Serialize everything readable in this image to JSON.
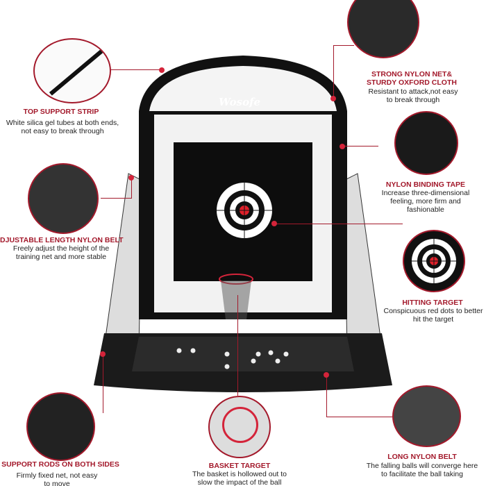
{
  "brand": "Wosofe",
  "accent_color": "#a3192b",
  "features": [
    {
      "title": "TOP SUPPORT STRIP",
      "desc": [
        "White silica gel tubes at both ends,",
        "not easy to break through"
      ]
    },
    {
      "title": "ADJUSTABLE LENGTH NYLON BELT",
      "desc": [
        "Freely adjust the height of the",
        "training net and more stable"
      ]
    },
    {
      "title": [
        "STRONG NYLON NET&",
        "STURDY OXFORD CLOTH"
      ],
      "desc": [
        "Resistant to attack,not easy",
        "to break through"
      ]
    },
    {
      "title": "NYLON BINDING TAPE",
      "desc": [
        "Increase three-dimensional",
        "feeling, more firm and",
        "fashionable"
      ]
    },
    {
      "title": "HITTING TARGET",
      "desc": [
        "Conspicuous red dots to better",
        "hit the target"
      ]
    },
    {
      "title": "SUPPORT RODS ON BOTH SIDES",
      "desc": [
        "Firmly fixed net, not easy",
        "to move"
      ]
    },
    {
      "title": "BASKET TARGET",
      "desc": [
        "The basket is hollowed out to",
        "slow the impact of the ball"
      ]
    },
    {
      "title": "LONG NYLON BELT",
      "desc": [
        "The falling balls will converge here",
        "to facilitate the ball taking"
      ]
    }
  ]
}
